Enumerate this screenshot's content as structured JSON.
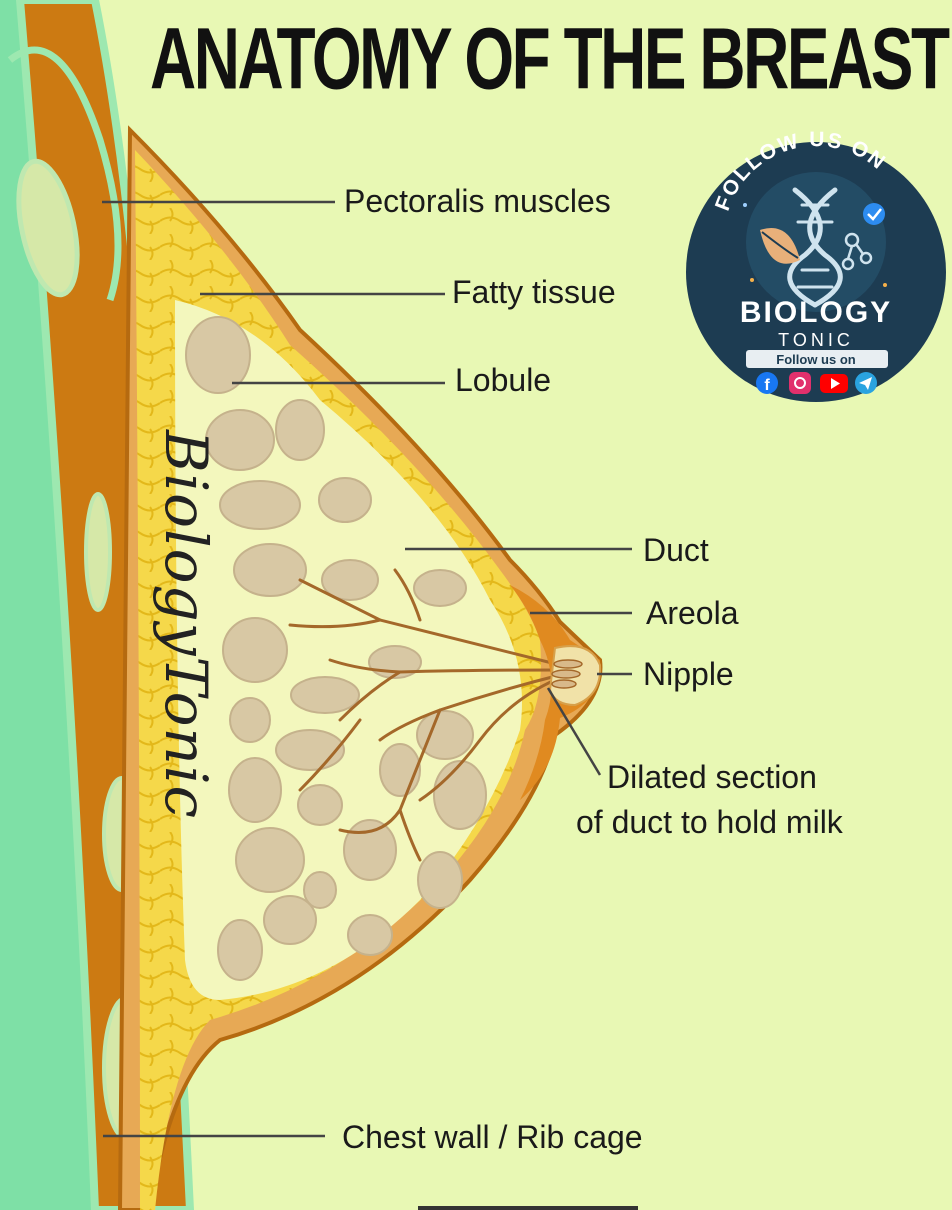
{
  "title": "ANATOMY OF THE BREAST",
  "labels": {
    "pectoralis": "Pectoralis muscles",
    "fatty": "Fatty tissue",
    "lobule": "Lobule",
    "duct": "Duct",
    "areola": "Areola",
    "nipple": "Nipple",
    "dilated_line1": "Dilated section",
    "dilated_line2": "of duct to hold milk",
    "chestwall": "Chest wall / Rib cage"
  },
  "watermark": "BiologyTonic",
  "badge": {
    "top_text": "FOLLOW US ON",
    "brand_line1": "BIOLOGY",
    "brand_line2": "TONIC",
    "follow_label": "Follow us on"
  },
  "colors": {
    "background": "#e8f8b4",
    "chest": "#7ee0a6",
    "muscle": "#cc7a12",
    "fat": "#f5d84a",
    "lobule": "#d8c8a4",
    "gland": "#f3f7bd",
    "areola": "#e08a20",
    "badge": "#1d3c52"
  }
}
